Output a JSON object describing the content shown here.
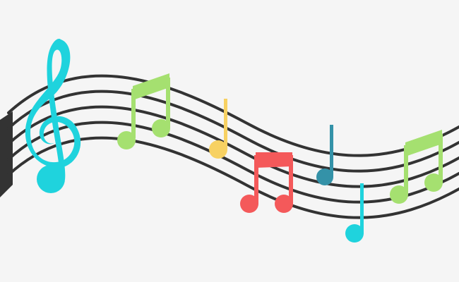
{
  "colors": {
    "background": "#f5f5f5",
    "staff_lines": "#333333",
    "treble_clef": "#1fd3dd",
    "green": "#a5e070",
    "yellow": "#f7d162",
    "red": "#f4595a",
    "teal": "#3492a8",
    "cyan": "#1fd3dd"
  },
  "elements": [
    {
      "name": "staff-lines",
      "kind": "decorative",
      "count": 5
    },
    {
      "name": "treble-clef-icon",
      "kind": "decorative"
    },
    {
      "name": "beamed-eighth-notes-green",
      "kind": "decorative"
    },
    {
      "name": "quarter-note-yellow",
      "kind": "decorative"
    },
    {
      "name": "beamed-eighth-notes-red",
      "kind": "decorative"
    },
    {
      "name": "quarter-note-teal",
      "kind": "decorative"
    },
    {
      "name": "quarter-note-cyan",
      "kind": "decorative"
    },
    {
      "name": "beamed-eighth-notes-green-right",
      "kind": "decorative"
    }
  ]
}
